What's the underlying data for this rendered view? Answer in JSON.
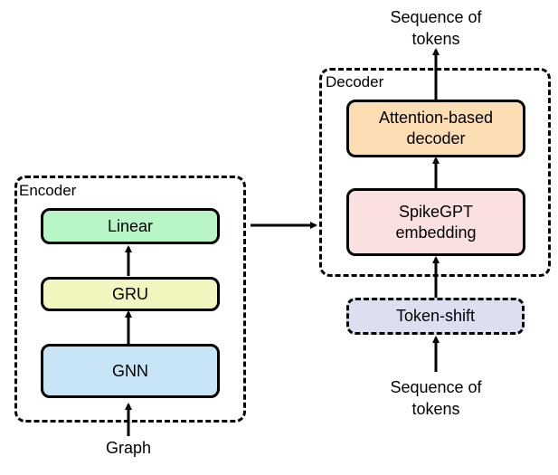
{
  "encoder": {
    "label": "Encoder",
    "blocks": {
      "linear": {
        "label": "Linear",
        "fill": "#b8f5c6"
      },
      "gru": {
        "label": "GRU",
        "fill": "#f3f5bf"
      },
      "gnn": {
        "label": "GNN",
        "fill": "#c7e5f6"
      }
    }
  },
  "decoder": {
    "label": "Decoder",
    "blocks": {
      "attention": {
        "label": "Attention-based decoder",
        "fill": "#fcddb4"
      },
      "spikegpt": {
        "label": "SpikeGPT embedding",
        "fill": "#fbe0e2"
      }
    }
  },
  "token_shift": {
    "label": "Token-shift",
    "fill": "#dcdff0"
  },
  "labels": {
    "graph_input": "Graph",
    "sequence_input": "Sequence of tokens",
    "sequence_output": "Sequence of tokens"
  }
}
